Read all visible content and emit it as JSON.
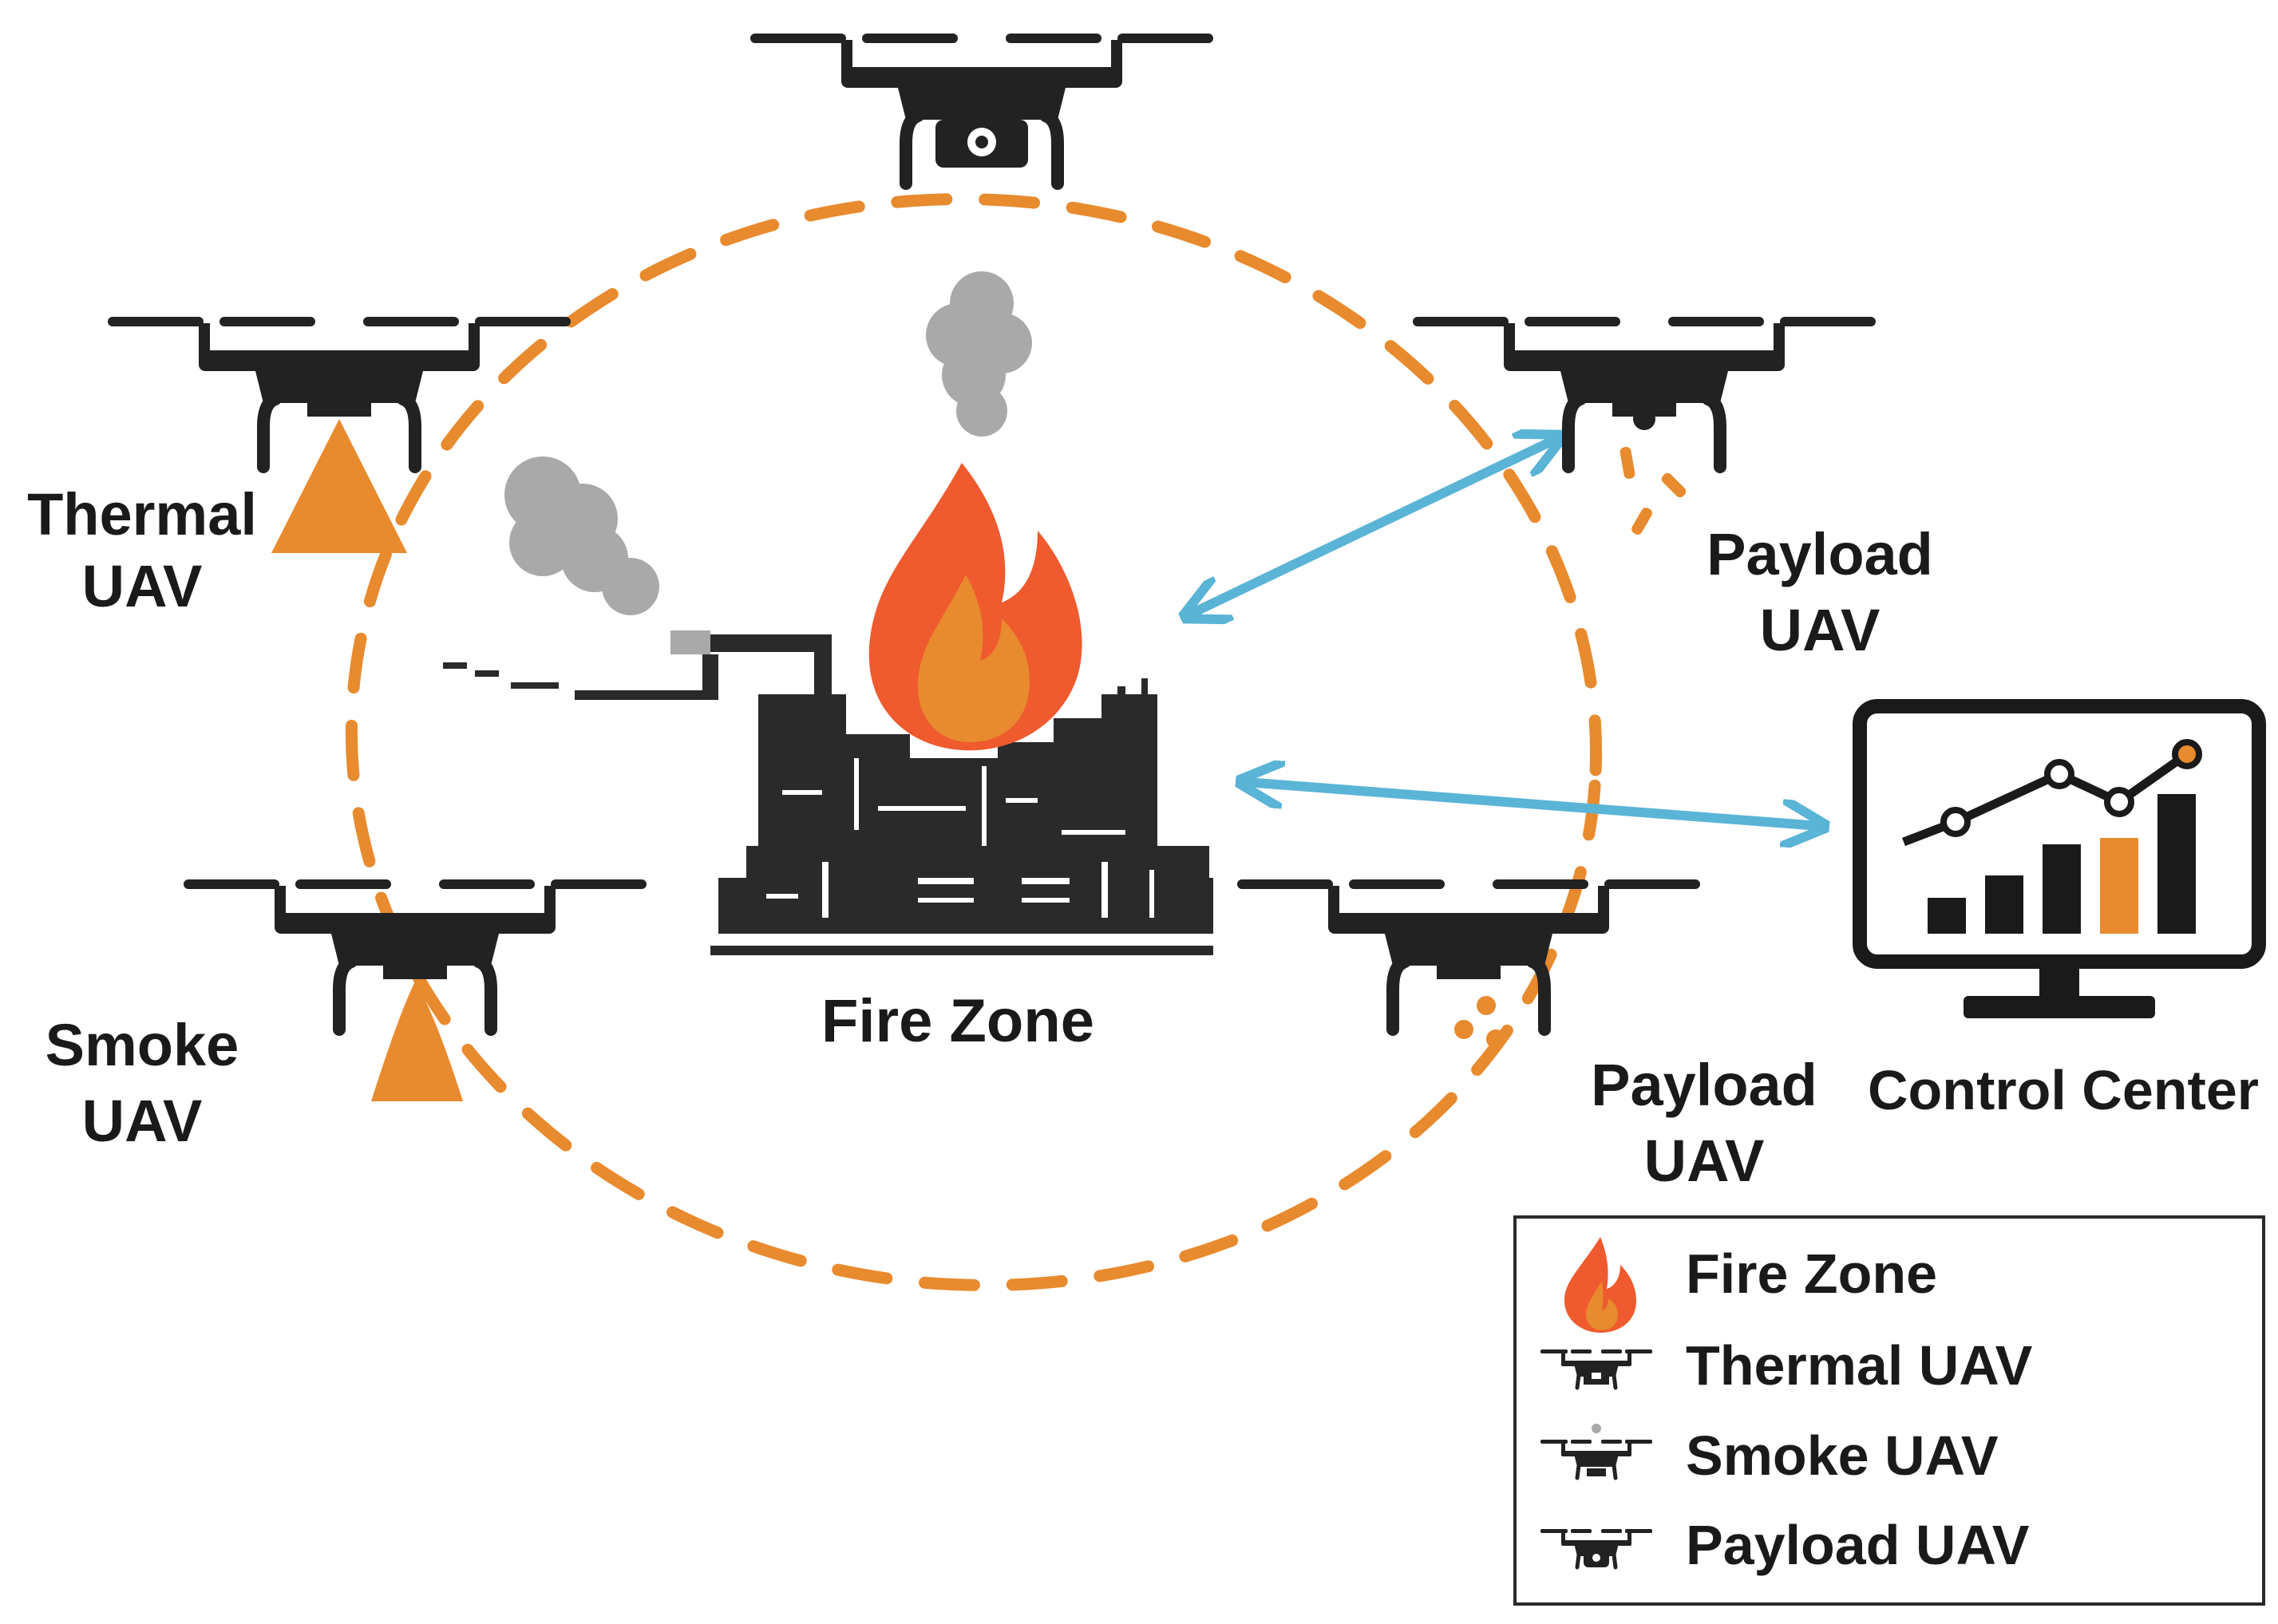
{
  "labels": {
    "fire_zone": "Fire Zone",
    "thermal_uav": [
      "Thermal",
      "UAV"
    ],
    "smoke_uav": [
      "Smoke",
      "UAV"
    ],
    "payload_uav_top": [
      "Payload",
      "UAV"
    ],
    "payload_uav_bottom": [
      "Payload",
      "UAV"
    ],
    "control_center": "Control Center"
  },
  "legend": {
    "items": [
      {
        "icon": "flame-icon",
        "label": "Fire Zone"
      },
      {
        "icon": "drone-thermal-icon",
        "label": "Thermal UAV"
      },
      {
        "icon": "drone-smoke-icon",
        "label": "Smoke UAV"
      },
      {
        "icon": "drone-payload-icon",
        "label": "Payload UAV"
      }
    ]
  },
  "colors": {
    "orange": "#e88a2e",
    "flame_red": "#ef5a2e",
    "link_blue": "#5ab4d6",
    "dark": "#222222",
    "smoke": "#a9a9a9"
  }
}
